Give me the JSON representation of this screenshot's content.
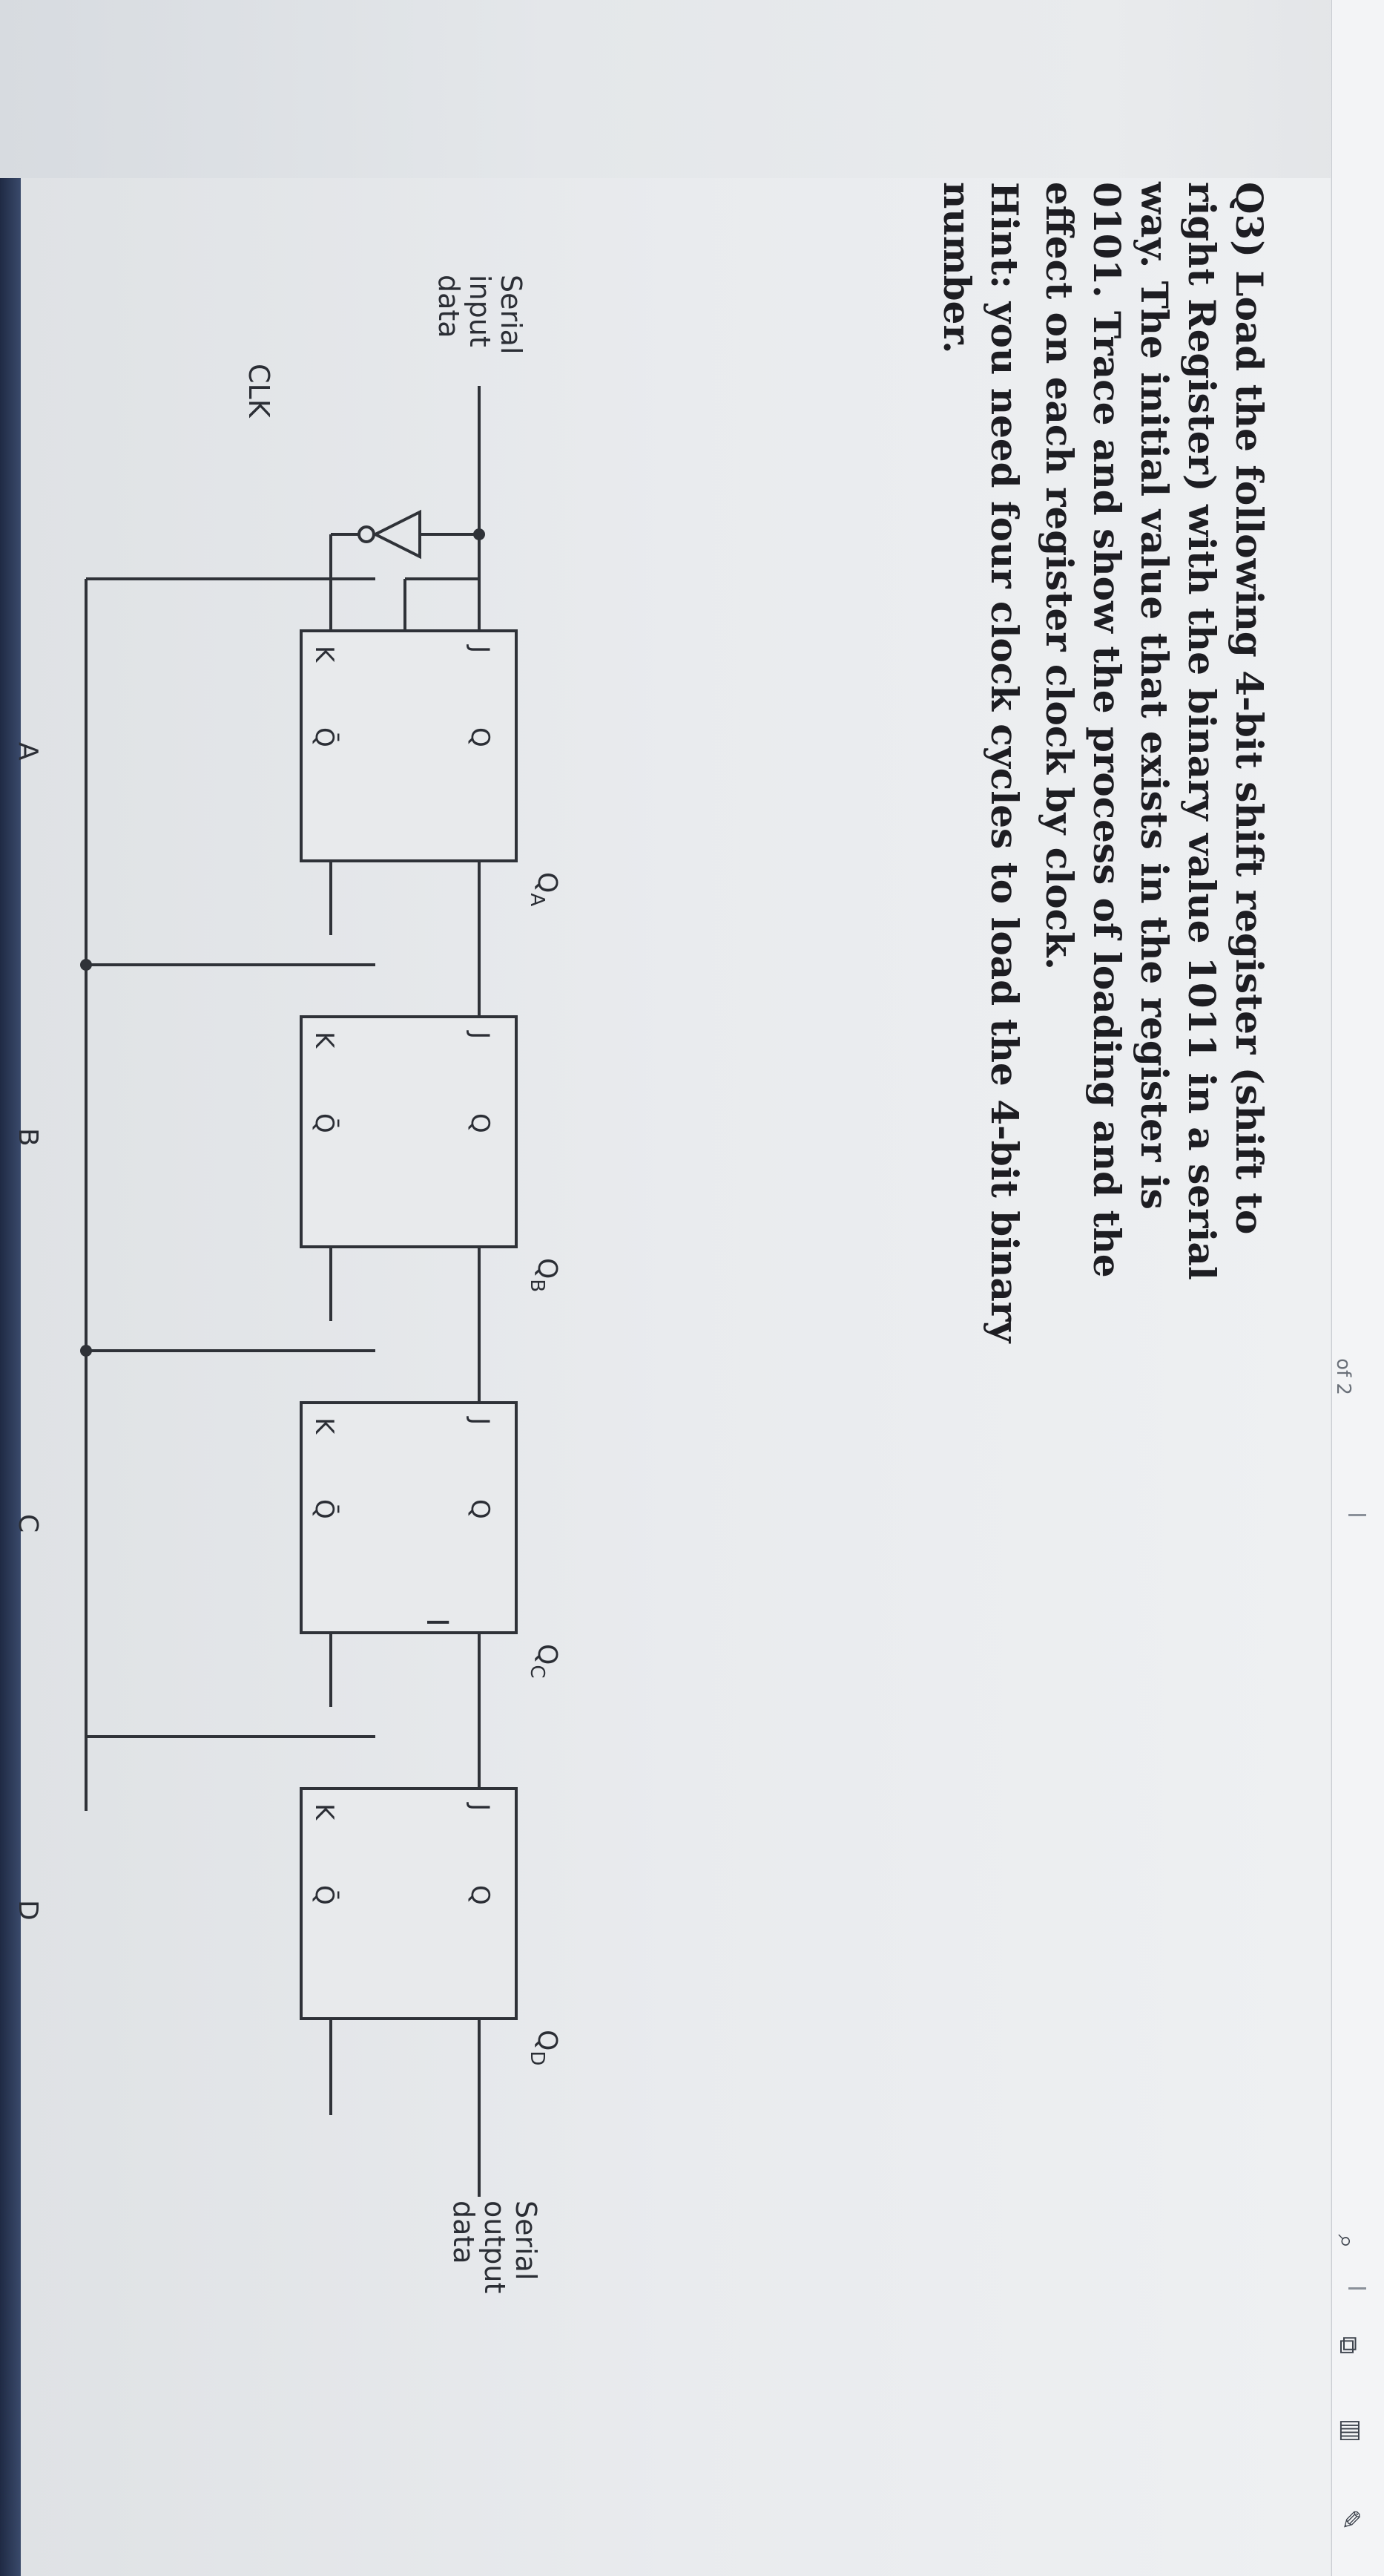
{
  "question": {
    "paragraph": "Q3) Load the following 4-bit shift register (shift to right Register) with the binary value 1011 in a serial way. The initial value that exists in the register is 0101. Trace and show the process of loading and the effect on each register clock by clock."
  },
  "hint": "Hint: you need four clock cycles to load the 4-bit binary number.",
  "circuit": {
    "input_label": [
      "Serial",
      "input",
      "data"
    ],
    "output_label": [
      "Serial",
      "output",
      "data"
    ],
    "clock_label": "CLK",
    "pin_j": "J",
    "pin_k": "K",
    "pin_q": "Q",
    "pin_qbar": "Q̄",
    "flip_flops": [
      {
        "output_name": "Q",
        "output_sub": "A",
        "block_label": "A"
      },
      {
        "output_name": "Q",
        "output_sub": "B",
        "block_label": "B"
      },
      {
        "output_name": "Q",
        "output_sub": "C",
        "block_label": "C"
      },
      {
        "output_name": "Q",
        "output_sub": "D",
        "block_label": "D"
      }
    ],
    "cursor_glyph": "I"
  },
  "viewer": {
    "page_fragment": "of 2",
    "icons": [
      "search-icon",
      "fit-page-icon",
      "two-page-icon",
      "annotate-icon"
    ]
  }
}
